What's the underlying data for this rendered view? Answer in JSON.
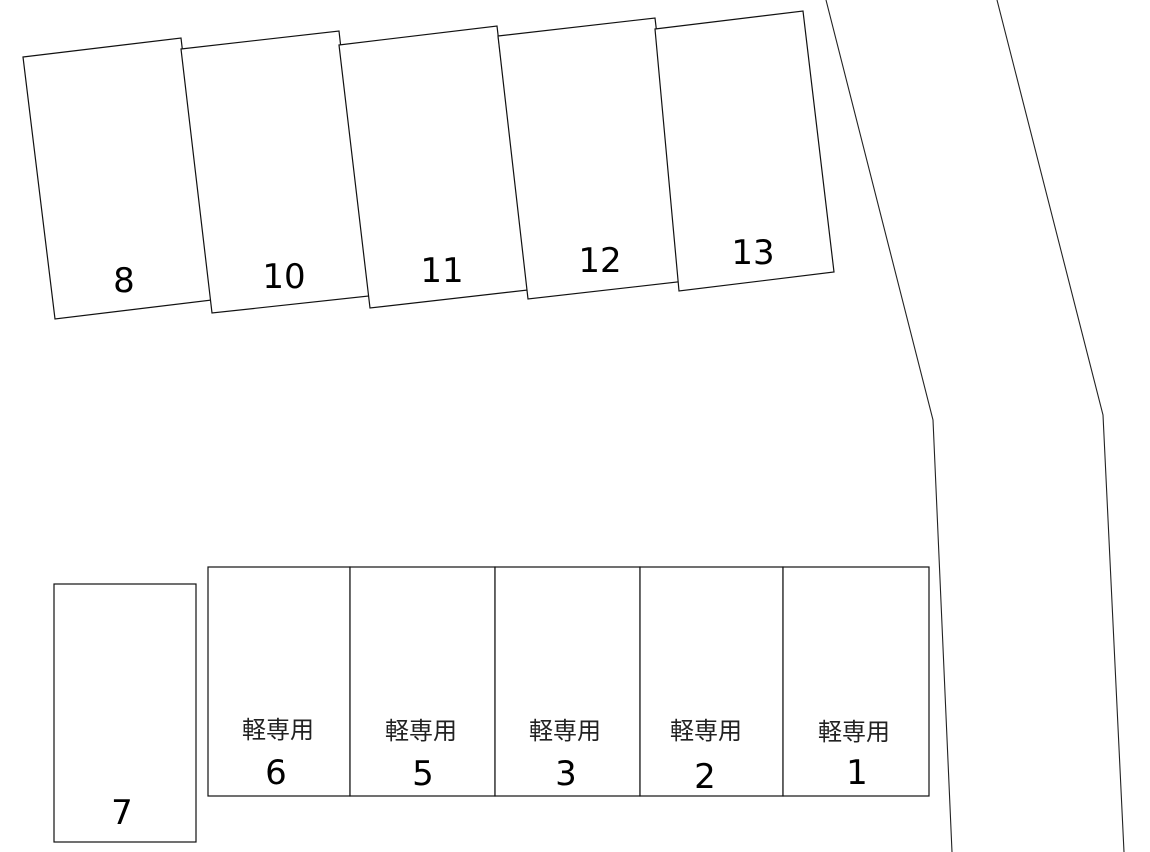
{
  "top_row": [
    {
      "number": "8"
    },
    {
      "number": "10"
    },
    {
      "number": "11"
    },
    {
      "number": "12"
    },
    {
      "number": "13"
    }
  ],
  "single_space": {
    "number": "7"
  },
  "bottom_row": [
    {
      "number": "6",
      "note": "軽専用"
    },
    {
      "number": "5",
      "note": "軽専用"
    },
    {
      "number": "3",
      "note": "軽専用"
    },
    {
      "number": "2",
      "note": "軽専用"
    },
    {
      "number": "1",
      "note": "軽専用"
    }
  ]
}
